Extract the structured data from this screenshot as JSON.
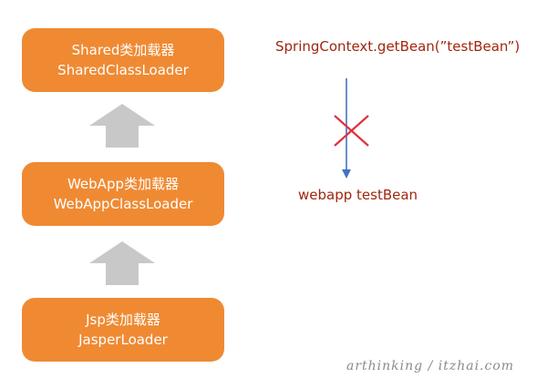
{
  "colors": {
    "box_fill": "#ef8a33",
    "arrow_fill": "#c8c8c8",
    "text_dark_red": "#a1260d",
    "flow_line": "#4472c4",
    "cross": "#e0303c"
  },
  "boxes": {
    "shared": {
      "title": "Shared类加载器",
      "subtitle": "SharedClassLoader"
    },
    "webapp": {
      "title": "WebApp类加载器",
      "subtitle": "WebAppClassLoader"
    },
    "jsp": {
      "title": "Jsp类加载器",
      "subtitle": "JasperLoader"
    }
  },
  "lookup": {
    "call": "SpringContext.getBean(”testBean”)",
    "result": "webapp testBean"
  },
  "watermark": "arthinking / itzhai.com"
}
